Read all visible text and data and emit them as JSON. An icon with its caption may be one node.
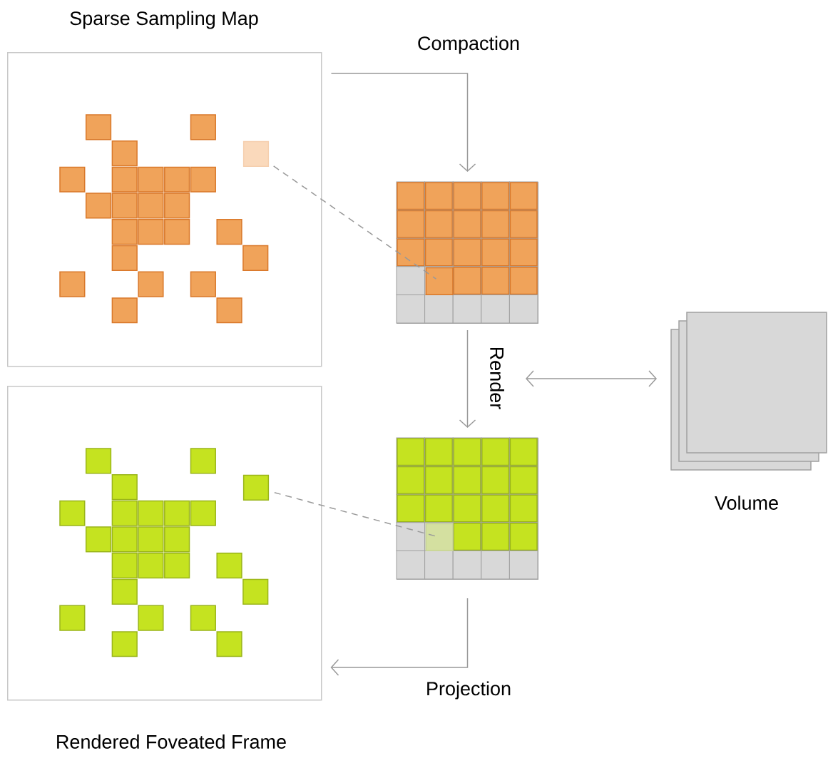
{
  "diagram": {
    "nodes": [
      {
        "text": [
          "Sparse Sampling Map"
        ]
      },
      {
        "text": [],
        "shape": "box",
        "in": 0
      },
      {
        "text": [],
        "shape": "box"
      },
      {
        "text": [],
        "shape": "box",
        "in": 2
      },
      {
        "text": [],
        "shape": "box"
      },
      {
        "text": [],
        "shape": "box",
        "in": 4
      },
      {
        "text": [
          "Volume"
        ]
      },
      {
        "text": [
          "Rendered Foveated Frame"
        ]
      },
      {
        "text": [],
        "shape": "box",
        "in": 7
      }
    ],
    "edges": [
      {
        "from": 0,
        "to": 2,
        "arrow": "to",
        "label": "Compaction"
      },
      {
        "from": 2,
        "to": 4,
        "arrow": "to",
        "label": "Render"
      },
      {
        "from": null,
        "to": 6,
        "arrow": "both"
      },
      {
        "from": 4,
        "to": 7,
        "arrow": "to",
        "label": "Projection"
      },
      {
        "from": 1,
        "to": 3,
        "arrow": "none",
        "style": "dashed"
      },
      {
        "from": 8,
        "to": 5,
        "arrow": "none",
        "style": "dashed"
      }
    ]
  }
}
